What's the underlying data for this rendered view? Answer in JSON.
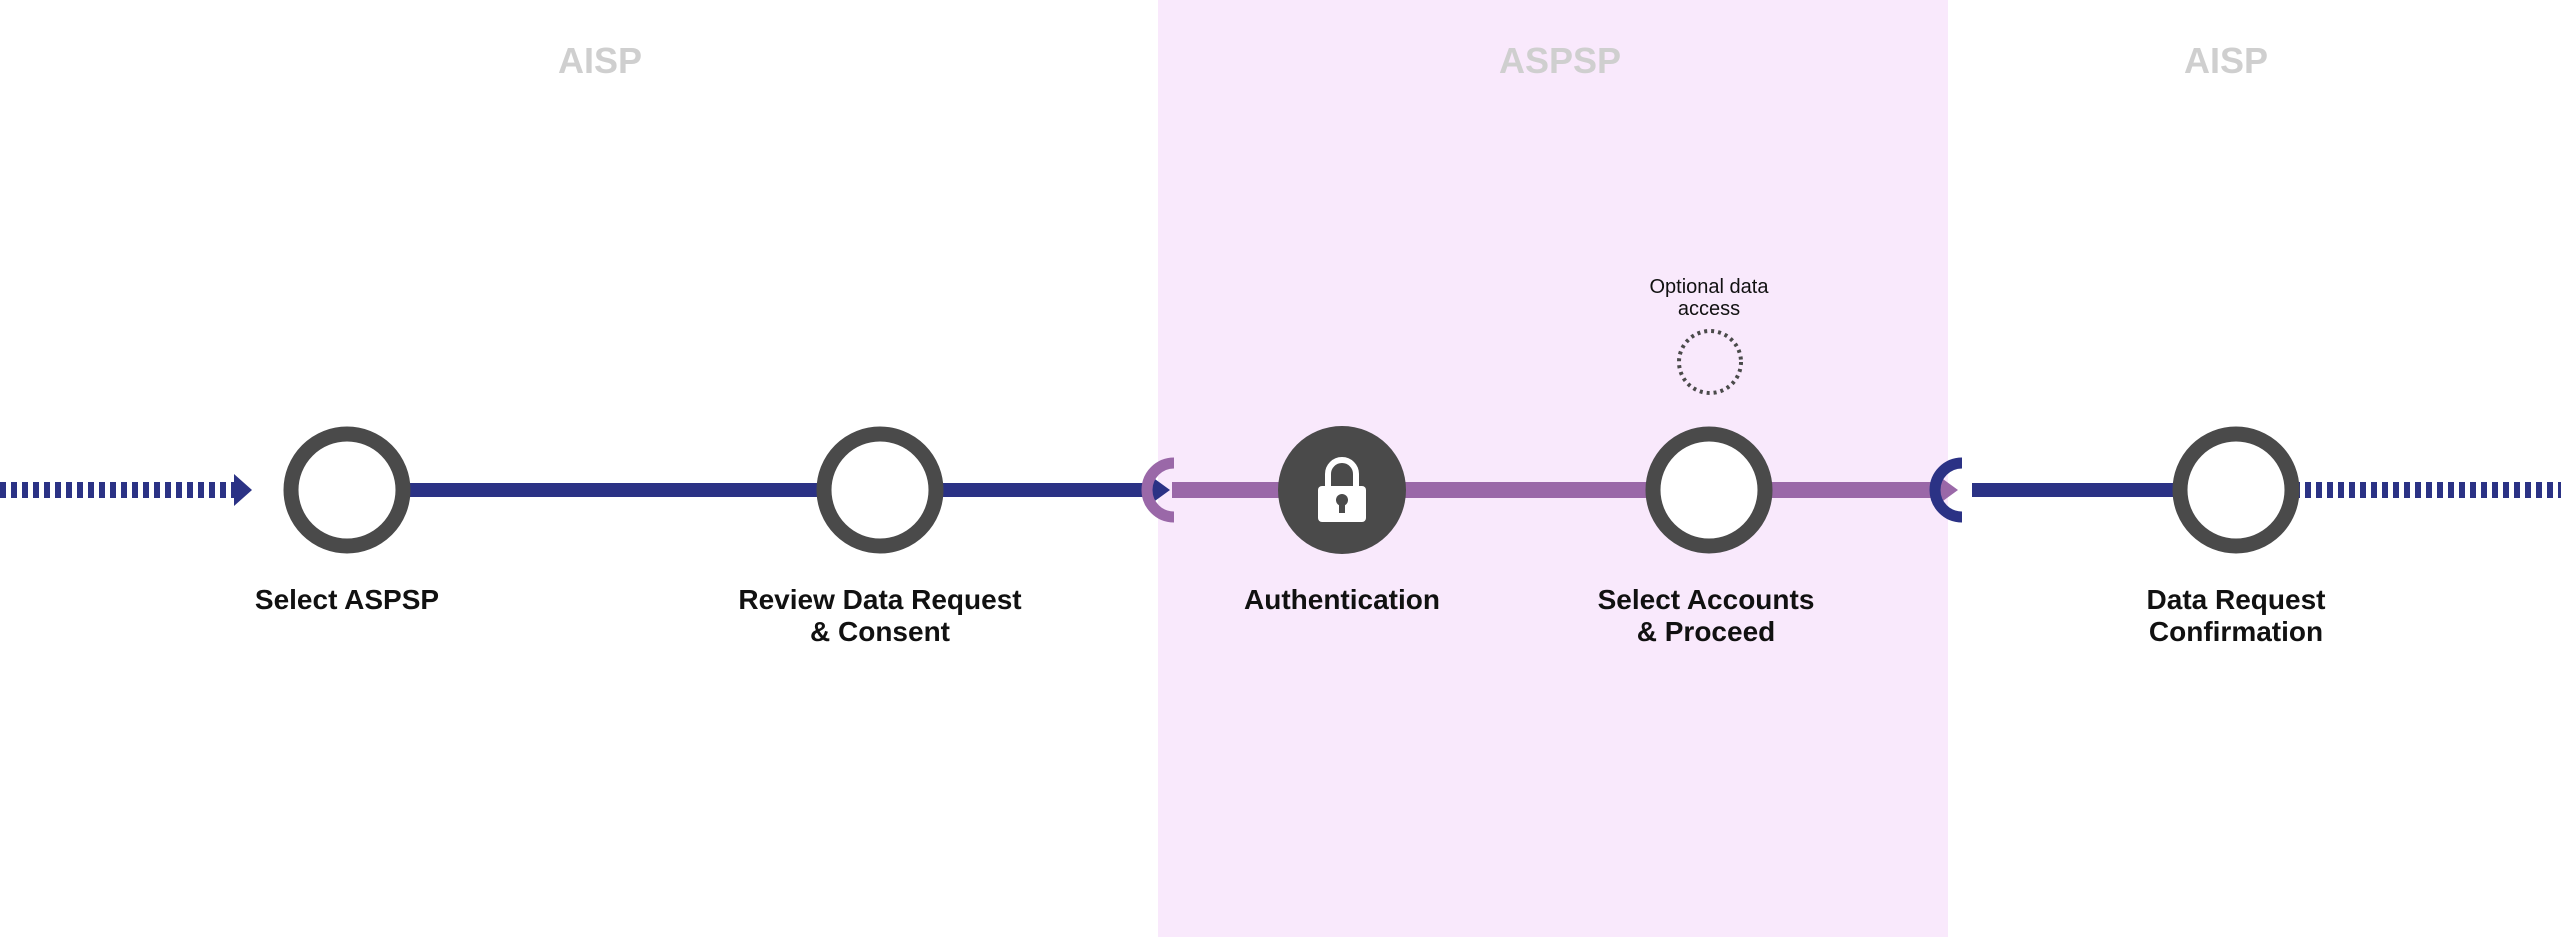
{
  "zones": [
    {
      "id": "aisp-left",
      "title": "AISP"
    },
    {
      "id": "aspsp",
      "title": "ASPSP"
    },
    {
      "id": "aisp-right",
      "title": "AISP"
    }
  ],
  "steps": [
    {
      "id": "select-aspsp",
      "label": "Select ASPSP"
    },
    {
      "id": "review-data-request",
      "label": "Review Data Request\n& Consent"
    },
    {
      "id": "authentication",
      "label": "Authentication",
      "icon": "lock-icon"
    },
    {
      "id": "select-accounts",
      "label": "Select Accounts\n& Proceed"
    },
    {
      "id": "data-request-confirmation",
      "label": "Data Request\nConfirmation"
    }
  ],
  "optional_step": {
    "label": "Optional data\naccess"
  },
  "colors": {
    "aisp_line": "#2b3285",
    "aspsp_line": "#9a68a8",
    "aspsp_zone": "#f9e9fc",
    "node": "#4a4a4a",
    "zone_title": "#cfcfcf"
  }
}
